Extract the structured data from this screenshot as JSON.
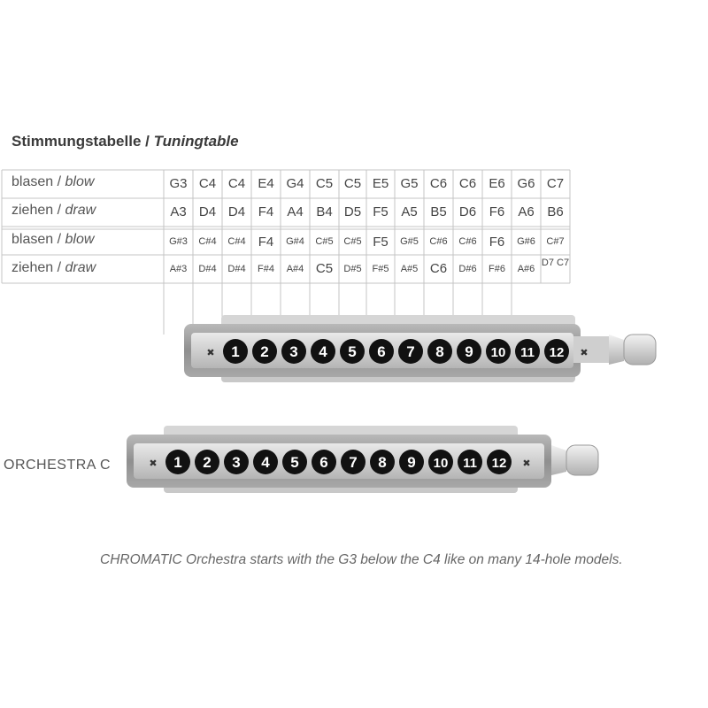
{
  "title": {
    "main": "Stimmungstabelle / ",
    "italic": "Tuningtable"
  },
  "table": {
    "rows": [
      {
        "label": "blasen / ",
        "label_italic": "blow",
        "size": "big",
        "cells": [
          "G3",
          "C4",
          "C4",
          "E4",
          "G4",
          "C5",
          "C5",
          "E5",
          "G5",
          "C6",
          "C6",
          "E6",
          "G6",
          "C7"
        ]
      },
      {
        "label": "ziehen / ",
        "label_italic": "draw",
        "size": "big",
        "cells": [
          "A3",
          "D4",
          "D4",
          "F4",
          "A4",
          "B4",
          "D5",
          "F5",
          "A5",
          "B5",
          "D6",
          "F6",
          "A6",
          "B6"
        ]
      },
      {
        "label": "blasen / ",
        "label_italic": "blow",
        "size": "mixed",
        "cells": [
          "G#3",
          "C#4",
          "C#4",
          "F4",
          "G#4",
          "C#5",
          "C#5",
          "F5",
          "G#5",
          "C#6",
          "C#6",
          "F6",
          "G#6",
          "C#7"
        ]
      },
      {
        "label": "ziehen / ",
        "label_italic": "draw",
        "size": "mixed",
        "cells": [
          "A#3",
          "D#4",
          "D#4",
          "F#4",
          "A#4",
          "C5",
          "D#5",
          "F#5",
          "A#5",
          "C6",
          "D#6",
          "F#6",
          "A#6",
          "D7 C7"
        ]
      }
    ]
  },
  "harmonica_top": {
    "holes": [
      "1",
      "2",
      "3",
      "4",
      "5",
      "6",
      "7",
      "8",
      "9",
      "10",
      "11",
      "12"
    ]
  },
  "harmonica_bottom": {
    "label": "ORCHESTRA C",
    "holes": [
      "1",
      "2",
      "3",
      "4",
      "5",
      "6",
      "7",
      "8",
      "9",
      "10",
      "11",
      "12"
    ]
  },
  "caption": "CHROMATIC Orchestra starts with the G3 below the C4 like on many 14-hole models.",
  "colors": {
    "hole_fill": "#111111",
    "body": "#d8d8d8",
    "frame": "#9a9a9a",
    "grid": "#bdbdbd"
  }
}
